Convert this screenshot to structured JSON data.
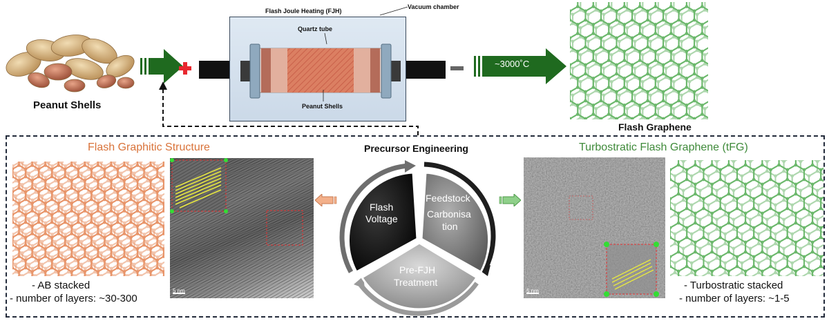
{
  "top": {
    "peanut_label": "Peanut Shells",
    "fjh_label": "Flash Joule Heating (FJH)",
    "vacuum_label": "Vacuum chamber",
    "quartz_label": "Quartz tube",
    "tube_content_label": "Peanut Shells",
    "temperature": "~3000˚C",
    "graphene_label": "Flash Graphene"
  },
  "bottom": {
    "left_title": "Flash Graphitic Structure",
    "left_desc_1": "- AB stacked",
    "left_desc_2": "- number of layers: ~30-300",
    "center_title": "Precursor Engineering",
    "segment_flash_voltage_1": "Flash",
    "segment_flash_voltage_2": "Voltage",
    "segment_feedstock_1": "Feedstock",
    "segment_feedstock_2": "Carbonisa",
    "segment_feedstock_3": "tion",
    "segment_prefjh_1": "Pre-FJH",
    "segment_prefjh_2": "Treatment",
    "right_title": "Turbostratic Flash Graphene (tFG)",
    "right_desc_1": "- Turbostratic stacked",
    "right_desc_2": "- number of layers: ~1-5",
    "scale_left": "5 nm",
    "scale_right": "5 nm"
  },
  "colors": {
    "arrow_green": "#1f6a1f",
    "plus_red": "#e8282f",
    "orange_lattice": "#e8956a",
    "green_lattice": "#6cb86c",
    "tube_orange": "#d9806a"
  }
}
